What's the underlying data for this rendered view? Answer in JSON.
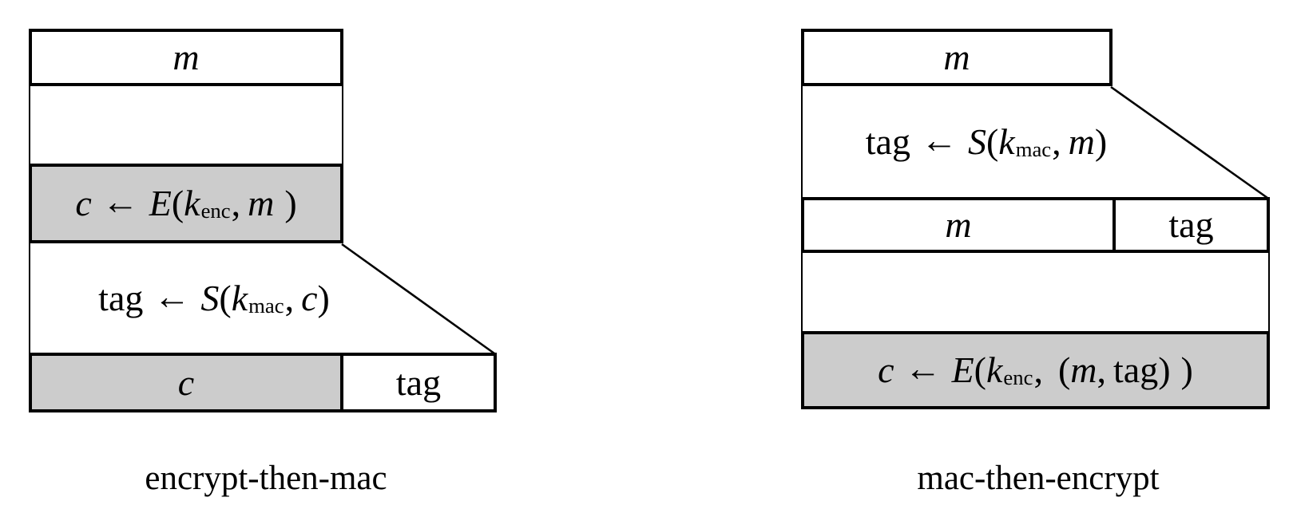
{
  "figure": {
    "left": {
      "caption": "encrypt-then-mac",
      "message_box": "m",
      "encrypt_step": {
        "lhs": "c",
        "arrow": "←",
        "func": "E",
        "open": "(",
        "key": "k",
        "key_sub": "enc",
        "comma": ",",
        "arg": "m",
        "close": ")"
      },
      "mac_step": {
        "lhs": "tag",
        "arrow": "←",
        "func": "S",
        "open": "(",
        "key": "k",
        "key_sub": "mac",
        "comma": ",",
        "arg": "c",
        "close": ")"
      },
      "output": {
        "ciphertext": "c",
        "tag": "tag"
      }
    },
    "right": {
      "caption": "mac-then-encrypt",
      "message_box": "m",
      "mac_step": {
        "lhs": "tag",
        "arrow": "←",
        "func": "S",
        "open": "(",
        "key": "k",
        "key_sub": "mac",
        "comma": ",",
        "arg": "m",
        "close": ")"
      },
      "middle_row": {
        "message": "m",
        "tag": "tag"
      },
      "encrypt_step": {
        "lhs": "c",
        "arrow": "←",
        "func": "E",
        "open": "(",
        "key": "k",
        "key_sub": "enc",
        "comma": ",",
        "tuple_open": "(",
        "tuple_m": "m",
        "tuple_comma": ",",
        "tuple_tag": "tag",
        "tuple_close": ")",
        "close": ")"
      }
    },
    "colors": {
      "shaded_fill": "#cccccc",
      "line": "#000000",
      "background": "#ffffff"
    }
  }
}
